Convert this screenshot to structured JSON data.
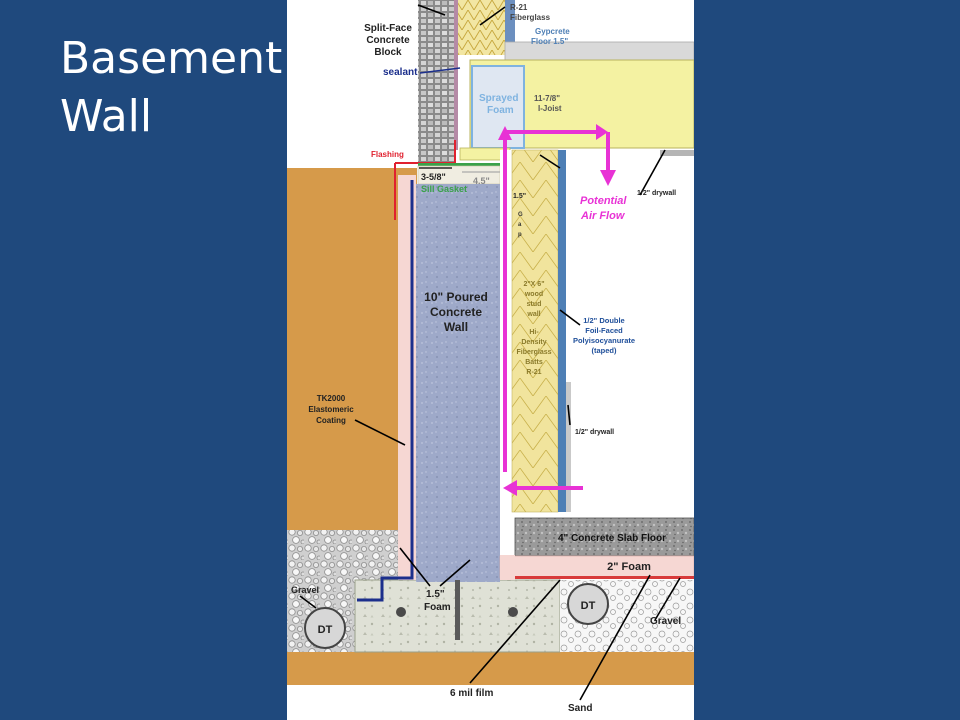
{
  "slide": {
    "title_line1": "Basement",
    "title_line2": "Wall"
  },
  "labels": {
    "block": [
      "Split-Face",
      "Concrete",
      "Block"
    ],
    "sealant": "sealant",
    "r21_fiberglass": [
      "R-21",
      "Fiberglass"
    ],
    "gypcrete": [
      "Gypcrete",
      "Floor 1.5\""
    ],
    "sprayed_foam": [
      "Sprayed",
      "Foam"
    ],
    "ijoist": [
      "11-7/8\"",
      "I-Joist"
    ],
    "flashing": "Flashing",
    "dim_358": "3-5/8\"",
    "sill_gasket": "Sill Gasket",
    "dim_45": "4.5\"",
    "gap_dim": "1.5\"",
    "gap_letters": [
      "G",
      "a",
      "p"
    ],
    "potential_air_flow": [
      "Potential",
      "Air Flow"
    ],
    "drywall_top": "1/2\" drywall",
    "poured_wall": [
      "10\" Poured",
      "Concrete",
      "Wall"
    ],
    "stud_wall": [
      "2\"X 6\"",
      "wood",
      "stud",
      "wall"
    ],
    "batts": [
      "Hi-",
      "Density",
      "Fiberglass",
      "Batts",
      "R-21"
    ],
    "polyiso": [
      "1/2\" Double",
      "Foil-Faced",
      "Polyisocyanurate",
      "(taped)"
    ],
    "tk2000": [
      "TK2000",
      "Elastomeric",
      "Coating"
    ],
    "drywall_bottom": "1/2\" drywall",
    "slab": "4\" Concrete Slab Floor",
    "foam_2": "2\" Foam",
    "gravel_left": "Gravel",
    "dt": "DT",
    "foam_15": [
      "1.5\"",
      "Foam"
    ],
    "gravel_right": "Gravel",
    "film": "6 mil film",
    "sand": "Sand"
  },
  "colors": {
    "background": "#1f497d",
    "soil": "#d69a4a",
    "concrete_wall": "#9ea9c9",
    "joist": "#f4f2a2",
    "stud_cavity": "#f1e49d",
    "foam": "#f6d7d3",
    "air_flow": "#e832d5",
    "coating": "#1c2f8c",
    "flashing": "#e0212f",
    "gasket": "#3aa14a",
    "polyiso": "#4e7fb5"
  }
}
